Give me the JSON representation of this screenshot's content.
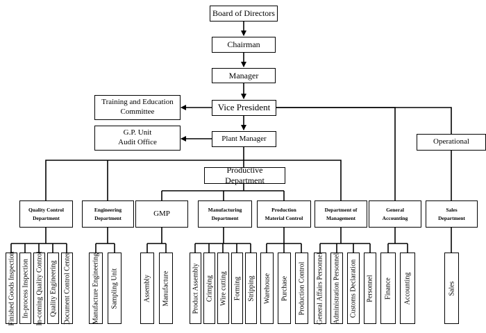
{
  "top": {
    "board": "Board of Directors",
    "chairman": "Chairman",
    "manager": "Manager",
    "vice_president": "Vice President",
    "plant_manager": "Plant Manager",
    "operational": "Operational",
    "productive_department": "Productive Department"
  },
  "side": {
    "training_line1": "Training and Education",
    "training_line2": "Committee",
    "gp_line1": "G.P. Unit",
    "gp_line2": "Audit Office"
  },
  "departments": [
    {
      "l1": "Quality Control",
      "l2": "Department",
      "leaves": [
        "Finished Goods Inspection",
        "In-process Inspection",
        "In-coming Quality Control",
        "Quality Engineering",
        "Document Control Center"
      ]
    },
    {
      "l1": "Engineering",
      "l2": "Department",
      "leaves": [
        "Manufacture Engineering",
        "Sampling Unit"
      ]
    },
    {
      "l1": "GMP",
      "l2": "",
      "leaves": [
        "Assembly",
        "Manufacture"
      ]
    },
    {
      "l1": "Manufacturing",
      "l2": "Department",
      "leaves": [
        "Product Assembly",
        "Crimping",
        "Wire cutting",
        "Forming",
        "Stripping"
      ]
    },
    {
      "l1": "Production",
      "l2": "Material Control",
      "leaves": [
        "Warehouse",
        "Purchase",
        "Production Control"
      ]
    },
    {
      "l1": "Department of",
      "l2": "Management",
      "leaves": [
        "General Affairs Personnel",
        "Administration Personnel",
        "Customs Declaration",
        "Personnel"
      ]
    },
    {
      "l1": "General",
      "l2": "Accounting",
      "leaves": [
        "Finance",
        "Accounting"
      ]
    },
    {
      "l1": "Sales",
      "l2": "Department",
      "leaves": [
        "Sales"
      ]
    }
  ]
}
